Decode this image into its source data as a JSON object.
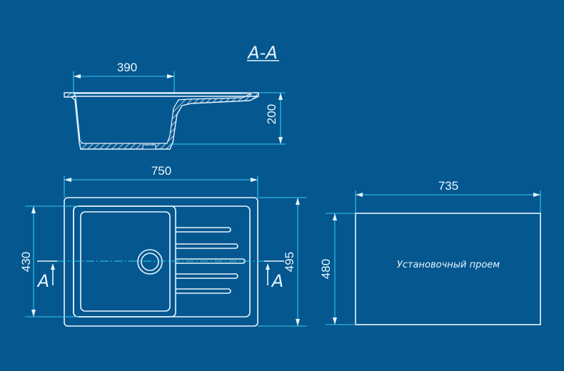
{
  "section": {
    "title": "A-A",
    "width_dim": "390",
    "height_dim": "200"
  },
  "plan": {
    "width_dim": "750",
    "bowl_height_dim": "430",
    "height_dim": "495",
    "section_mark_left": "A",
    "section_mark_right": "A"
  },
  "cutout": {
    "width_dim": "735",
    "height_dim": "480",
    "label": "Установочный проем"
  },
  "colors": {
    "background": "#04578f",
    "object_line": "#e8f6ff",
    "dimension_line": "#35c8ec"
  }
}
